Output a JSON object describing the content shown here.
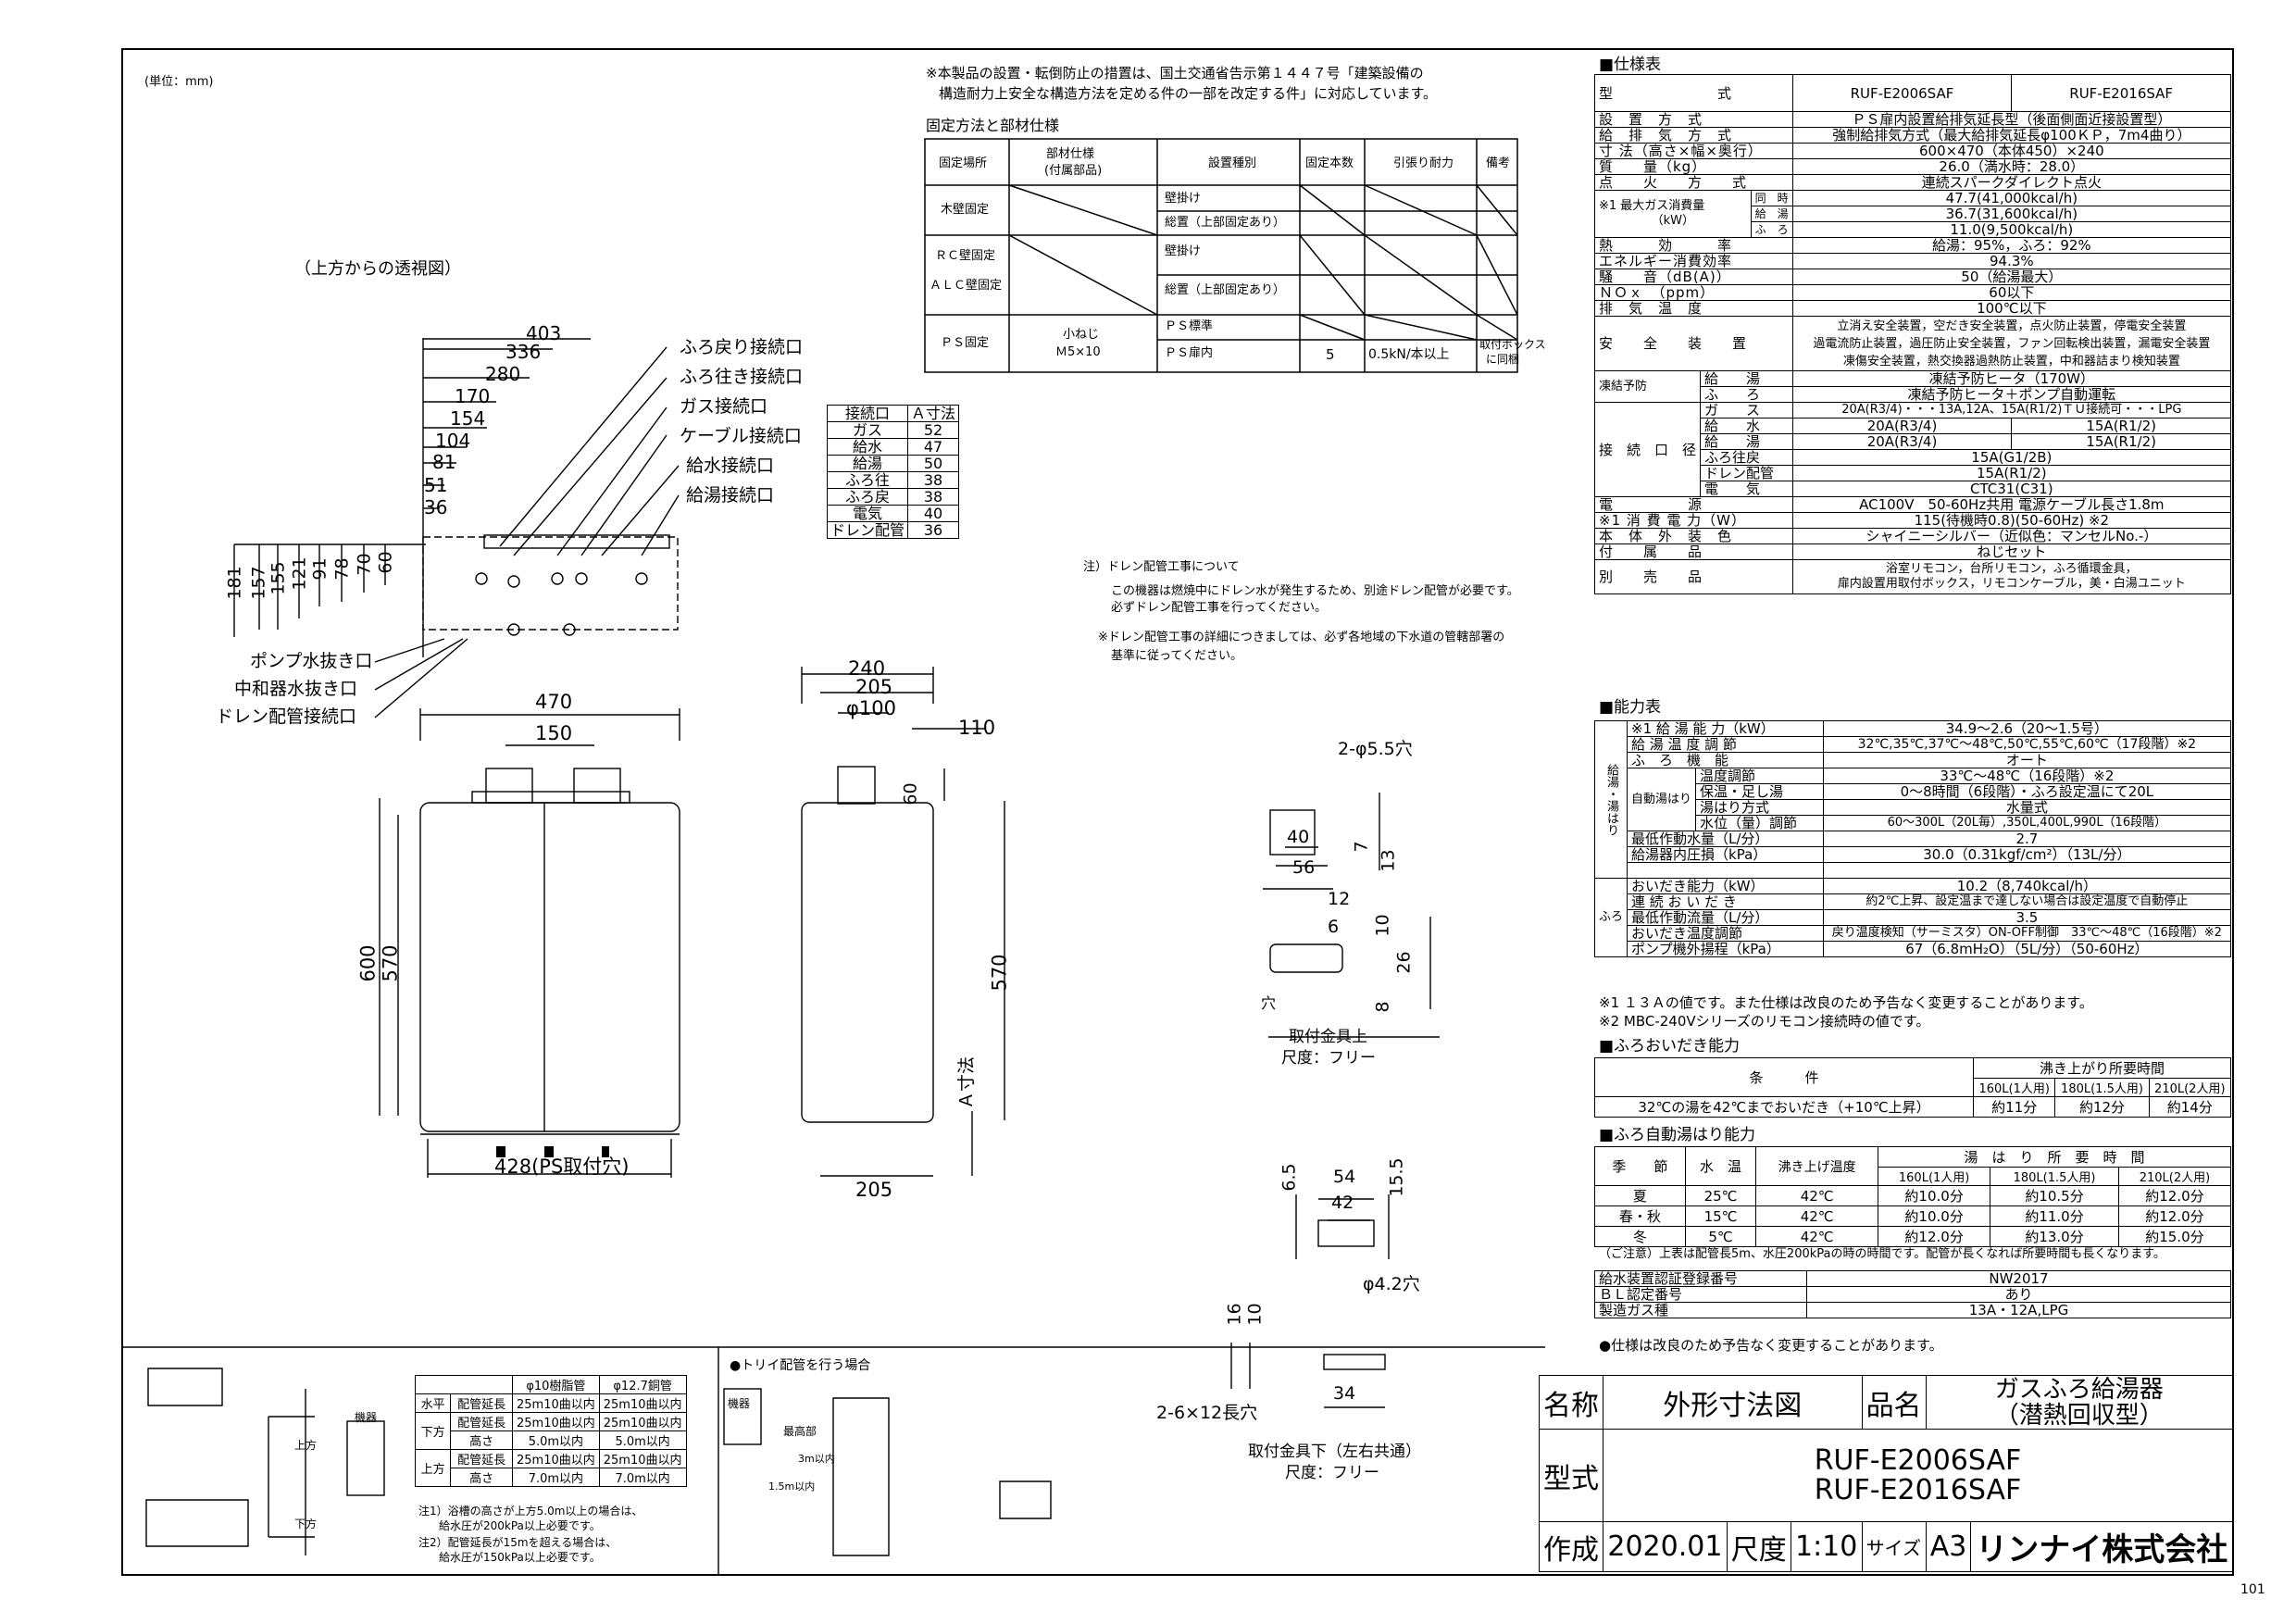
{
  "unit_note": "(単位：mm)",
  "page_number": "101",
  "top_view_label": "（上方からの透視図）",
  "notice": {
    "line1": "※本製品の設置・転倒防止の措置は、国土交通省告示第１４４７号「建築設備の",
    "line2": "構造耐力上安全な構造方法を定める件の一部を改定する件」に対応しています。"
  },
  "fixing": {
    "title": "固定方法と部材仕様",
    "headers": [
      "固定場所",
      "部材仕様\n(付属部品)",
      "設置種別",
      "固定本数",
      "引張り耐力",
      "備考"
    ],
    "rows": {
      "wood": "木壁固定",
      "rc1": "ＲＣ壁固定",
      "rc2": "ＡＬＣ壁固定",
      "ps": "ＰＳ固定",
      "kabekake": "壁掛け",
      "yukaoki": "総置（上部固定あり）",
      "kabekake2": "壁掛け",
      "yukaoki2": "総置（上部固定あり）",
      "ps_std": "ＰＳ標準",
      "ps_in": "ＰＳ扉内",
      "screw1": "小ねじ",
      "screw2": "Ｍ5×10",
      "count": "5",
      "strength": "0.5kN/本以上",
      "note1": "取付ボックス",
      "note2": "に同梱"
    }
  },
  "connections": {
    "labels": [
      "ふろ戻り接続口",
      "ふろ往き接続口",
      "ガス接続口",
      "ケーブル接続口",
      "給水接続口",
      "給湯接続口"
    ],
    "lower_labels": [
      "ポンプ水抜き口",
      "中和器水抜き口",
      "ドレン配管接続口"
    ],
    "table_headers": [
      "接続口",
      "Ａ寸法"
    ],
    "table_rows": [
      [
        "ガス",
        "52"
      ],
      [
        "給水",
        "47"
      ],
      [
        "給湯",
        "50"
      ],
      [
        "ふろ往",
        "38"
      ],
      [
        "ふろ戻",
        "38"
      ],
      [
        "電気",
        "40"
      ],
      [
        "ドレン配管",
        "36"
      ]
    ]
  },
  "top_dims": [
    "403",
    "336",
    "280",
    "170",
    "154",
    "104",
    "81",
    "51",
    "36"
  ],
  "side_dims": [
    "181",
    "157",
    "155",
    "121",
    "91",
    "78",
    "70",
    "60"
  ],
  "front_dims": {
    "width": "470",
    "top": "150",
    "height_total": "600",
    "height_body": "570",
    "bottom": "428(PS取付穴)"
  },
  "side_view_dims": {
    "d1": "240",
    "d2": "205",
    "phi": "φ100",
    "d110": "110",
    "d60": "60",
    "h570": "570",
    "a": "Ａ寸法",
    "bottom": "205"
  },
  "drain_note": {
    "title": "注）ドレン配管工事について",
    "l1": "この機器は燃焼中にドレン水が発生するため、別途ドレン配管が必要です。",
    "l2": "必ずドレン配管工事を行ってください。",
    "l3": "※ドレン配管工事の詳細につきましては、必ず各地域の下水道の管轄部署の",
    "l4": "基準に従ってください。"
  },
  "bracket_top": {
    "hole": "2-φ5.5穴",
    "d40": "40",
    "d56": "56",
    "d7": "7",
    "d13": "13",
    "d12": "12",
    "d6": "6",
    "d10": "10",
    "d26": "26",
    "d8": "8",
    "hole2": "穴",
    "caption": "取付金具上",
    "scale": "尺度：フリー"
  },
  "bracket_bottom": {
    "d65": "6.5",
    "d54": "54",
    "d155": "15.5",
    "d42": "42",
    "hole": "φ4.2穴",
    "d16": "16",
    "d10": "10",
    "slot": "2-6×12長穴",
    "d34": "34",
    "caption": "取付金具下（左右共通）",
    "scale": "尺度：フリー"
  },
  "pipe_table": {
    "h1": "φ10樹脂管",
    "h2": "φ12.7銅管",
    "r1": [
      "水平",
      "配管延長",
      "25m10曲以内",
      "25m10曲以内"
    ],
    "r2": [
      "下方",
      "配管延長",
      "25m10曲以内",
      "25m10曲以内"
    ],
    "r2b": [
      "高さ",
      "5.0m以内",
      "5.0m以内"
    ],
    "r3": [
      "上方",
      "配管延長",
      "25m10曲以内",
      "25m10曲以内"
    ],
    "r3b": [
      "高さ",
      "7.0m以内",
      "7.0m以内"
    ],
    "n1": "注1）浴槽の高さが上方5.0m以上の場合は、",
    "n1b": "給水圧が200kPa以上必要です。",
    "n2": "注2）配管延長が15mを超える場合は、",
    "n2b": "給水圧が150kPa以上必要です。",
    "up": "上方",
    "down": "下方",
    "unit": "機器"
  },
  "toi_note": {
    "title": "●トリイ配管を行う場合",
    "unit": "機器",
    "high": "最高部",
    "h3": "3m以内",
    "h15": "1.5m以内"
  },
  "spec": {
    "title": "■仕様表",
    "model1": "RUF-E2006SAF",
    "model2": "RUF-E2016SAF",
    "rows": [
      [
        "型　　　　　　　式",
        null
      ],
      [
        "設　置　方　式",
        "ＰＳ扉内設置給排気延長型（後面側面近接設置型）"
      ],
      [
        "給　排　気　方　式",
        "強制給排気方式（最大給排気延長φ100ＫＰ，7m4曲り）"
      ],
      [
        "寸 法（高さ×幅×奥行）",
        "600×470（本体450）×240"
      ],
      [
        "質　　量（kg）",
        "26.0（満水時：28.0）"
      ],
      [
        "点　　火　　方　　式",
        "連続スパークダイレクト点火"
      ],
      [
        "熱　　　効　　　率",
        "給湯：95%，ふろ：92%"
      ],
      [
        "エネルギー消費効率",
        "94.3%"
      ],
      [
        "騒　　音（dB(A)）",
        "50（給湯最大）"
      ],
      [
        "ＮＯｘ　（ppm）",
        "60以下"
      ],
      [
        "排　気　温　度",
        "100℃以下"
      ]
    ],
    "gas_label1": "※1 最大ガス消費量",
    "gas_label2": "（kW）",
    "gas_rows": [
      [
        "同　時",
        "47.7(41,000kcal/h)"
      ],
      [
        "給　湯",
        "36.7(31,600kcal/h)"
      ],
      [
        "ふ　ろ",
        "11.0(9,500kcal/h)"
      ]
    ],
    "safety_label": "安　　全　　装　　置",
    "safety": [
      "立消え安全装置，空だき安全装置，点火防止装置，停電安全装置",
      "過電流防止装置，過圧防止安全装置，ファン回転検出装置，漏電安全装置",
      "凍傷安全装置，熱交換器過熱防止装置，中和器詰まり検知装置"
    ],
    "freeze_label": "凍結予防",
    "freeze": [
      [
        "給　　湯",
        "凍結予防ヒータ（170W）"
      ],
      [
        "ふ　　ろ",
        "凍結予防ヒータ＋ポンプ自動運転"
      ]
    ],
    "conn_label": "接　続　口　径",
    "conn": [
      [
        "ガ　　ス",
        "20A(R3/4)・・・13A,12A、15A(R1/2)ＴＵ接続可・・・LPG"
      ],
      [
        "給　　水",
        "20A(R3/4)",
        "15A(R1/2)"
      ],
      [
        "給　　湯",
        "20A(R3/4)",
        "15A(R1/2)"
      ],
      [
        "ふろ往戻",
        "15A(G1/2B)"
      ],
      [
        "ドレン配管",
        "15A(R1/2)"
      ],
      [
        "電　　気",
        "CTC31(C31)"
      ]
    ],
    "rows2": [
      [
        "電　　　　　源",
        "AC100V　50-60Hz共用 電源ケーブル長さ1.8m"
      ],
      [
        "※1 消 費 電 力（W）",
        "115(待機時0.8)(50-60Hz) ※2"
      ],
      [
        "本　体　外　装　色",
        "シャイニーシルバー（近似色：マンセルNo.-）"
      ],
      [
        "付　　属　　品",
        "ねじセット"
      ]
    ],
    "sold_label": "別　　売　　品",
    "sold": [
      "浴室リモコン，台所リモコン，ふろ循環金具，",
      "扉内設置用取付ボックス，リモコンケーブル，美・白湯ユニット"
    ]
  },
  "ability": {
    "title": "■能力表",
    "side1": "給湯・湯はり",
    "side2": "ふろ",
    "rows": [
      [
        "※1 給 湯 能 力（kW）",
        "34.9～2.6（20～1.5号）"
      ],
      [
        "給 湯 温 度 調 節",
        "32℃,35℃,37℃～48℃,50℃,55℃,60℃（17段階）※2"
      ],
      [
        "ふ　ろ　機　能",
        "オート"
      ]
    ],
    "auto_label": "自動湯はり",
    "auto": [
      [
        "温度調節",
        "33℃～48℃（16段階）※2"
      ],
      [
        "保温・足し湯",
        "0～8時間（6段階）・ふろ設定温にて20L"
      ],
      [
        "湯はり方式",
        "水量式"
      ],
      [
        "水位（量）調節",
        "60～300L（20L毎）,350L,400L,990L（16段階）"
      ]
    ],
    "rows2": [
      [
        "最低作動水量（L/分）",
        "2.7"
      ],
      [
        "給湯器内圧損（kPa）",
        "30.0（0.31kgf/cm²）（13L/分）"
      ],
      [
        "おいだき能力（kW）",
        "10.2（8,740kcal/h）"
      ],
      [
        "連 続 お い だ き",
        "約2℃上昇、設定温まで達しない場合は設定温度で自動停止"
      ],
      [
        "最低作動流量（L/分）",
        "3.5"
      ],
      [
        "おいだき温度調節",
        "戻り温度検知（サーミスタ）ON-OFF制御　33℃～48℃（16段階）※2"
      ],
      [
        "ポンプ機外揚程（kPa）",
        "67（6.8mH₂O）（5L/分）（50-60Hz）"
      ]
    ],
    "note1": "※1 １３Ａの値です。また仕様は改良のため予告なく変更することがあります。",
    "note2": "※2 MBC-240Vシリーズのリモコン接続時の値です。"
  },
  "oidaki": {
    "title": "■ふろおいだき能力",
    "cond": "条　　　件",
    "time": "沸き上がり所要時間",
    "h": [
      "160L(1人用)",
      "180L(1.5人用)",
      "210L(2人用)"
    ],
    "row": [
      "32℃の湯を42℃までおいだき（+10℃上昇）",
      "約11分",
      "約12分",
      "約14分"
    ]
  },
  "yuhari": {
    "title": "■ふろ自動湯はり能力",
    "h": [
      "季　　節",
      "水　温",
      "沸き上げ温度",
      "湯　は　り　所　要　時　間"
    ],
    "sub": [
      "160L(1人用)",
      "180L(1.5人用)",
      "210L(2人用)"
    ],
    "rows": [
      [
        "夏",
        "25℃",
        "42℃",
        "約10.0分",
        "約10.5分",
        "約12.0分"
      ],
      [
        "春・秋",
        "15℃",
        "42℃",
        "約10.0分",
        "約11.0分",
        "約12.0分"
      ],
      [
        "冬",
        "5℃",
        "42℃",
        "約12.0分",
        "約13.0分",
        "約15.0分"
      ]
    ],
    "note": "（ご注意）上表は配管長5m、水圧200kPaの時の時間です。配管が長くなれば所要時間も長くなります。"
  },
  "cert": [
    [
      "給水装置認証登録番号",
      "NW2017"
    ],
    [
      "ＢＬ認定番号",
      "あり"
    ],
    [
      "製造ガス種",
      "13A・12A,LPG"
    ]
  ],
  "cert_note": "●仕様は改良のため予告なく変更することがあります。",
  "title_block": {
    "name_label": "名称",
    "name": "外形寸法図",
    "product_label": "品名",
    "product1": "ガスふろ給湯器",
    "product2": "（潜熱回収型）",
    "model_label": "型式",
    "model1": "RUF-E2006SAF",
    "model2": "RUF-E2016SAF",
    "made_label": "作成",
    "date": "2020.01",
    "scale_label": "尺度",
    "scale": "1:10",
    "size_label": "サイズ",
    "size": "A3",
    "company": "リンナイ株式会社"
  }
}
